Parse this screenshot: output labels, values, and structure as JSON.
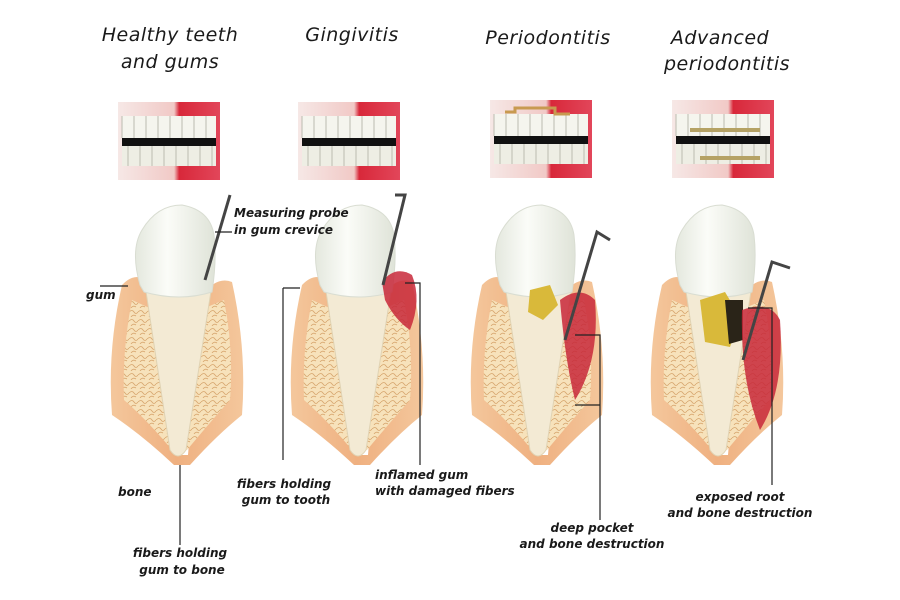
{
  "stages": [
    {
      "title_lines": [
        "Healthy teeth",
        "and gums"
      ]
    },
    {
      "title_lines": [
        "Gingivitis"
      ]
    },
    {
      "title_lines": [
        "Periodontitis"
      ]
    },
    {
      "title_lines": [
        "Advanced",
        "periodontitis"
      ]
    }
  ],
  "labels": {
    "probe": [
      "Measuring probe",
      "in gum crevice"
    ],
    "gum": "gum",
    "bone": "bone",
    "fibers_bone": [
      "fibers holding",
      "gum to bone"
    ],
    "fibers_tooth": [
      "fibers holding",
      "gum to tooth"
    ],
    "inflamed": [
      "inflamed gum",
      "with damaged fibers"
    ],
    "deep_pocket": [
      "deep pocket",
      "and  bone destruction"
    ],
    "exposed_root": [
      "exposed root",
      "and bone destruction"
    ]
  },
  "colors": {
    "gum": "#efb58a",
    "bone": "#f6dfb5",
    "inflamed": "#c8283a",
    "tooth": "#f2f4ee",
    "plaque": "#d9b93a"
  }
}
